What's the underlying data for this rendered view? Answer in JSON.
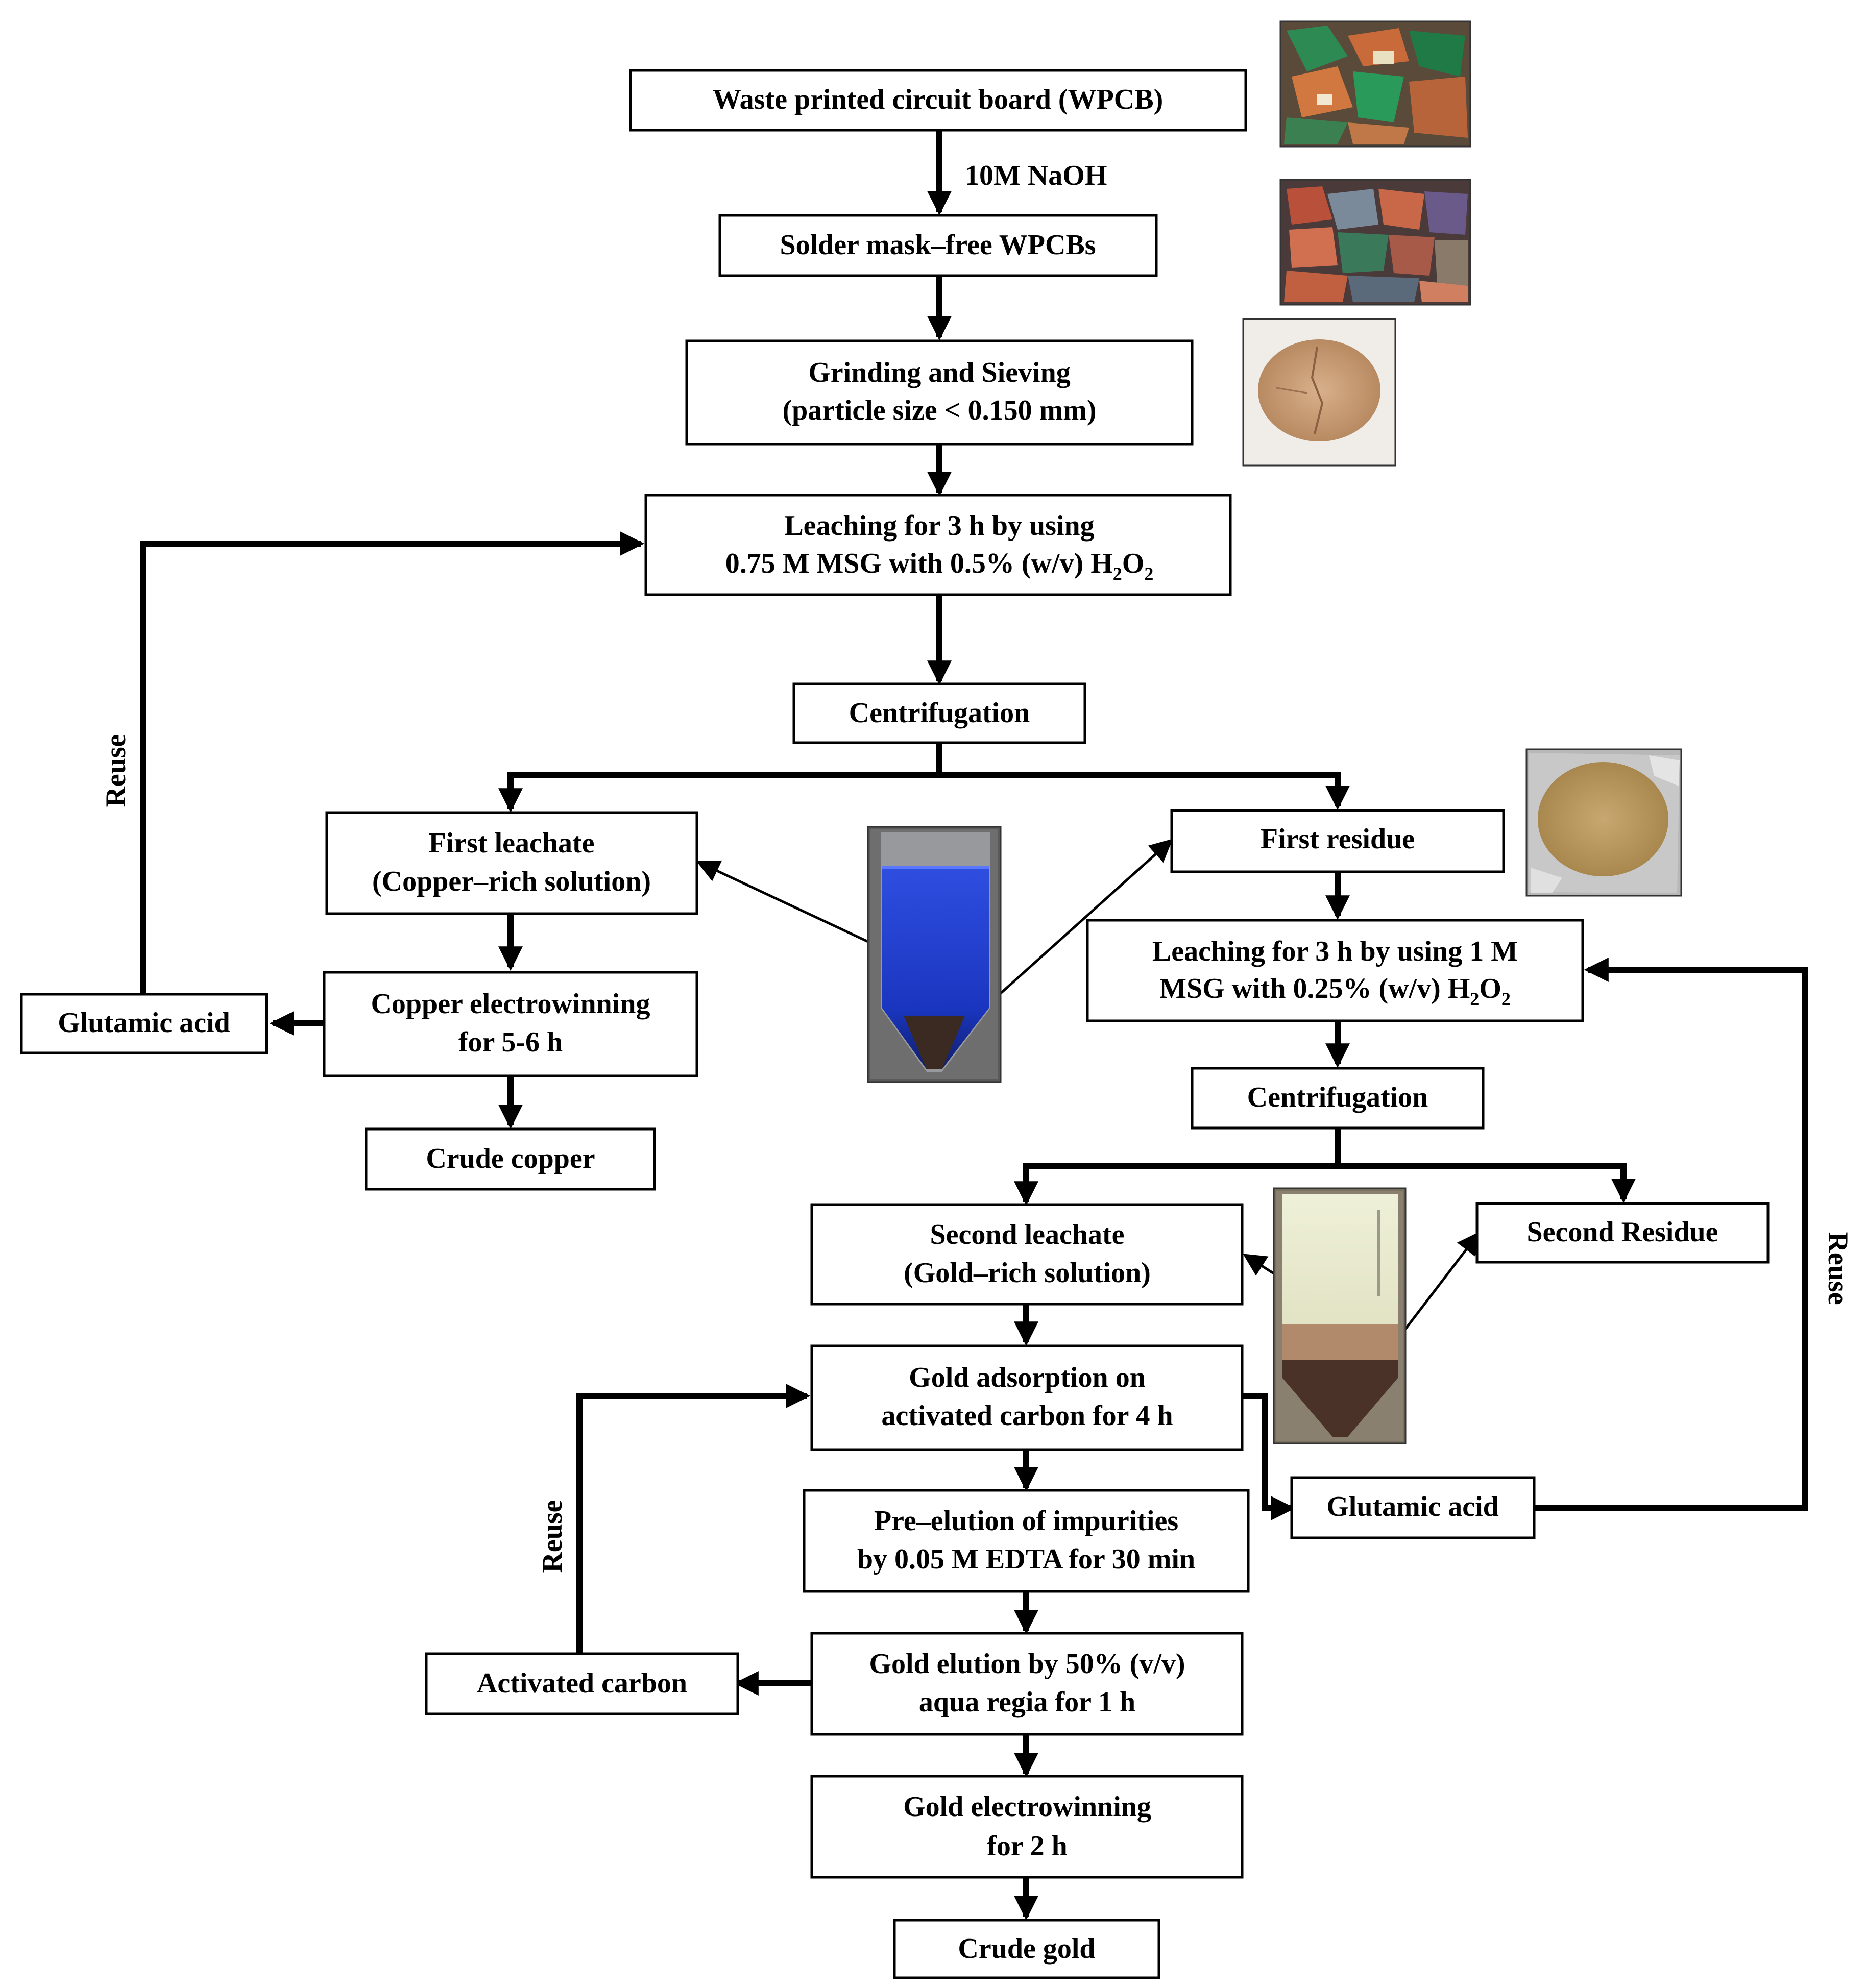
{
  "nodes": {
    "wpcb": "Waste printed circuit board (WPCB)",
    "naoh": "10M NaOH",
    "solder_free": "Solder mask–free WPCBs",
    "grinding_1": "Grinding and Sieving",
    "grinding_2": "(particle size < 0.150 mm)",
    "leach1_1": "Leaching for 3 h by using",
    "leach1_2a": "0.75 M MSG with 0.5% (w/v) H",
    "leach1_2b": "O",
    "sub2": "2",
    "centrifugation": "Centrifugation",
    "first_leachate_1": "First leachate",
    "first_leachate_2": "(Copper–rich solution)",
    "first_residue": "First residue",
    "copper_ew_1": "Copper electrowinning",
    "copper_ew_2": "for 5-6 h",
    "glutamic_acid": "Glutamic acid",
    "crude_copper": "Crude copper",
    "leach2_1": "Leaching for 3 h by using 1 M",
    "leach2_2a": "MSG with 0.25% (w/v) H",
    "leach2_2b": "O",
    "second_leachate_1": "Second leachate",
    "second_leachate_2": "(Gold–rich solution)",
    "second_residue": "Second Residue",
    "gold_ads_1": "Gold adsorption on",
    "gold_ads_2": "activated carbon for 4 h",
    "pre_elution_1": "Pre–elution of impurities",
    "pre_elution_2": "by 0.05 M EDTA for 30 min",
    "gold_elution_1": "Gold elution by 50% (v/v)",
    "gold_elution_2": "aqua regia for 1 h",
    "activated_carbon": "Activated carbon",
    "gold_ew_1": "Gold electrowinning",
    "gold_ew_2": "for 2 h",
    "crude_gold": "Crude gold",
    "reuse": "Reuse"
  },
  "colors": {
    "copper_solution": "#1f3fd0",
    "gold_solution": "#e4e4c8",
    "sediment": "#3a2a22",
    "powder": "#c9a07c",
    "pcb_green": "#1e7a4a"
  }
}
